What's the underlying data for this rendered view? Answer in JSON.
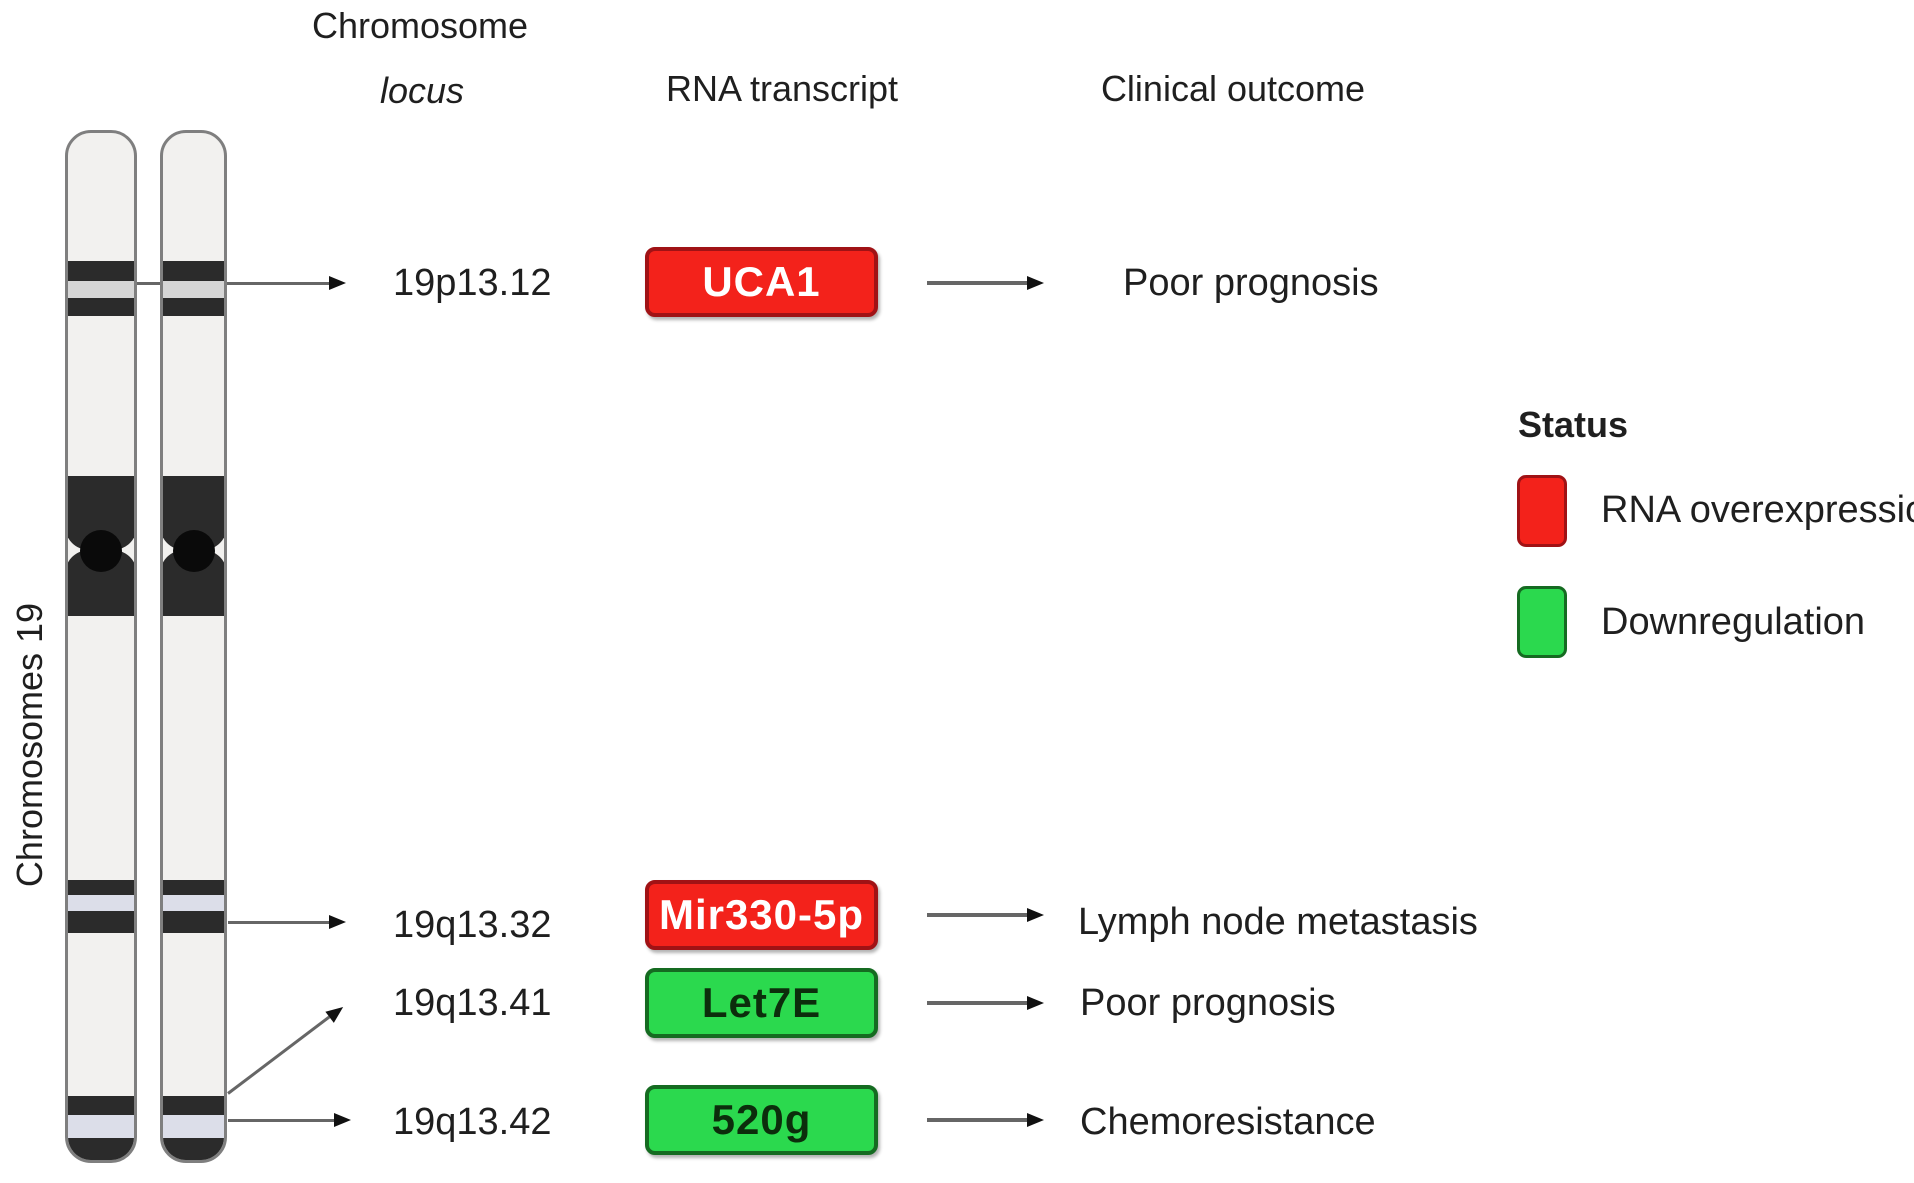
{
  "diagram": {
    "vertical_label": "Chromosomes 19",
    "headers": {
      "col1_line1": "Chromosome",
      "col1_line2": "locus",
      "col2": "RNA transcript",
      "col3": "Clinical outcome"
    },
    "rows": [
      {
        "locus": "19p13.12",
        "transcript": "UCA1",
        "status": "overexpression",
        "outcome": "Poor prognosis"
      },
      {
        "locus": "19q13.32",
        "transcript": "Mir330-5p",
        "status": "overexpression",
        "outcome": "Lymph node metastasis"
      },
      {
        "locus": "19q13.41",
        "transcript": "Let7E",
        "status": "downregulation",
        "outcome": "Poor prognosis"
      },
      {
        "locus": "19q13.42",
        "transcript": "520g",
        "status": "downregulation",
        "outcome": "Chemoresistance"
      }
    ],
    "legend": {
      "title": "Status",
      "items": [
        {
          "key": "overexpression",
          "label": "RNA overexpression"
        },
        {
          "key": "downregulation",
          "label": "Downregulation"
        }
      ]
    },
    "colors": {
      "red": "#f3221b",
      "red_border": "#a01215",
      "green": "#2bd94e",
      "green_border": "#156b21",
      "dark_band": "#2b2b2b",
      "gray_band": "#d6d6d6",
      "lavender_band": "#dcdee9",
      "body": "#f2f1ef",
      "outline": "#7f7f7f",
      "arrow": "#666666",
      "arrow_head": "#111111",
      "text": "#1f1f1f"
    }
  }
}
